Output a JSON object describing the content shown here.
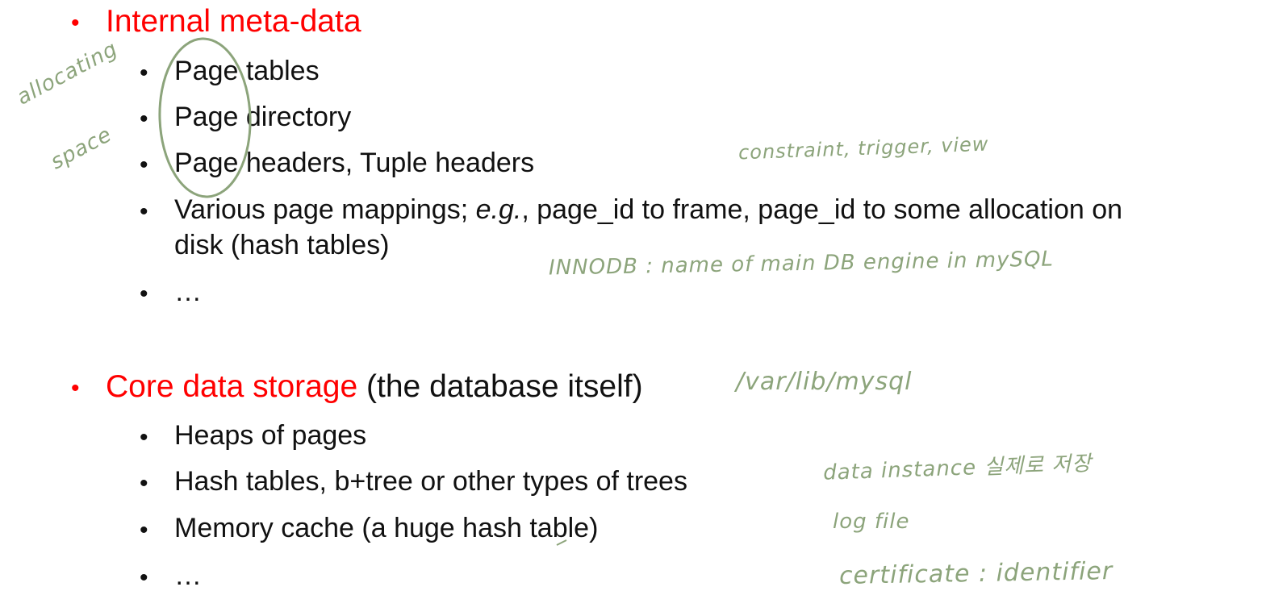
{
  "section_internal": {
    "title": "Internal meta-data",
    "items": [
      "Page tables",
      "Page directory",
      "Page headers, Tuple headers",
      "Various page mappings; ",
      "…"
    ],
    "mapping_eg": "e.g.",
    "mapping_rest": ", page_id to frame, page_id to some allocation on",
    "mapping_line2": "disk (hash tables)"
  },
  "section_core": {
    "title": "Core data storage",
    "title_suffix": " (the database itself)",
    "items": [
      "Heaps of pages",
      "Hash tables, b+tree or other types of trees",
      "Memory cache (a huge hash table)",
      "…"
    ]
  },
  "bullet_char": "•",
  "annotations": {
    "allocating": "allocating",
    "space": "space",
    "constraint": "constraint, trigger, view",
    "innodb": "INNODB : name of main DB engine in mySQL",
    "varlib": "/var/lib/mysql",
    "data_instance": "data instance 실제로 저장",
    "log_file": "log file",
    "certificate": "certificate : identifier"
  },
  "colors": {
    "heading": "#ff0000",
    "body": "#111111",
    "annotation": "#8ca47b"
  }
}
